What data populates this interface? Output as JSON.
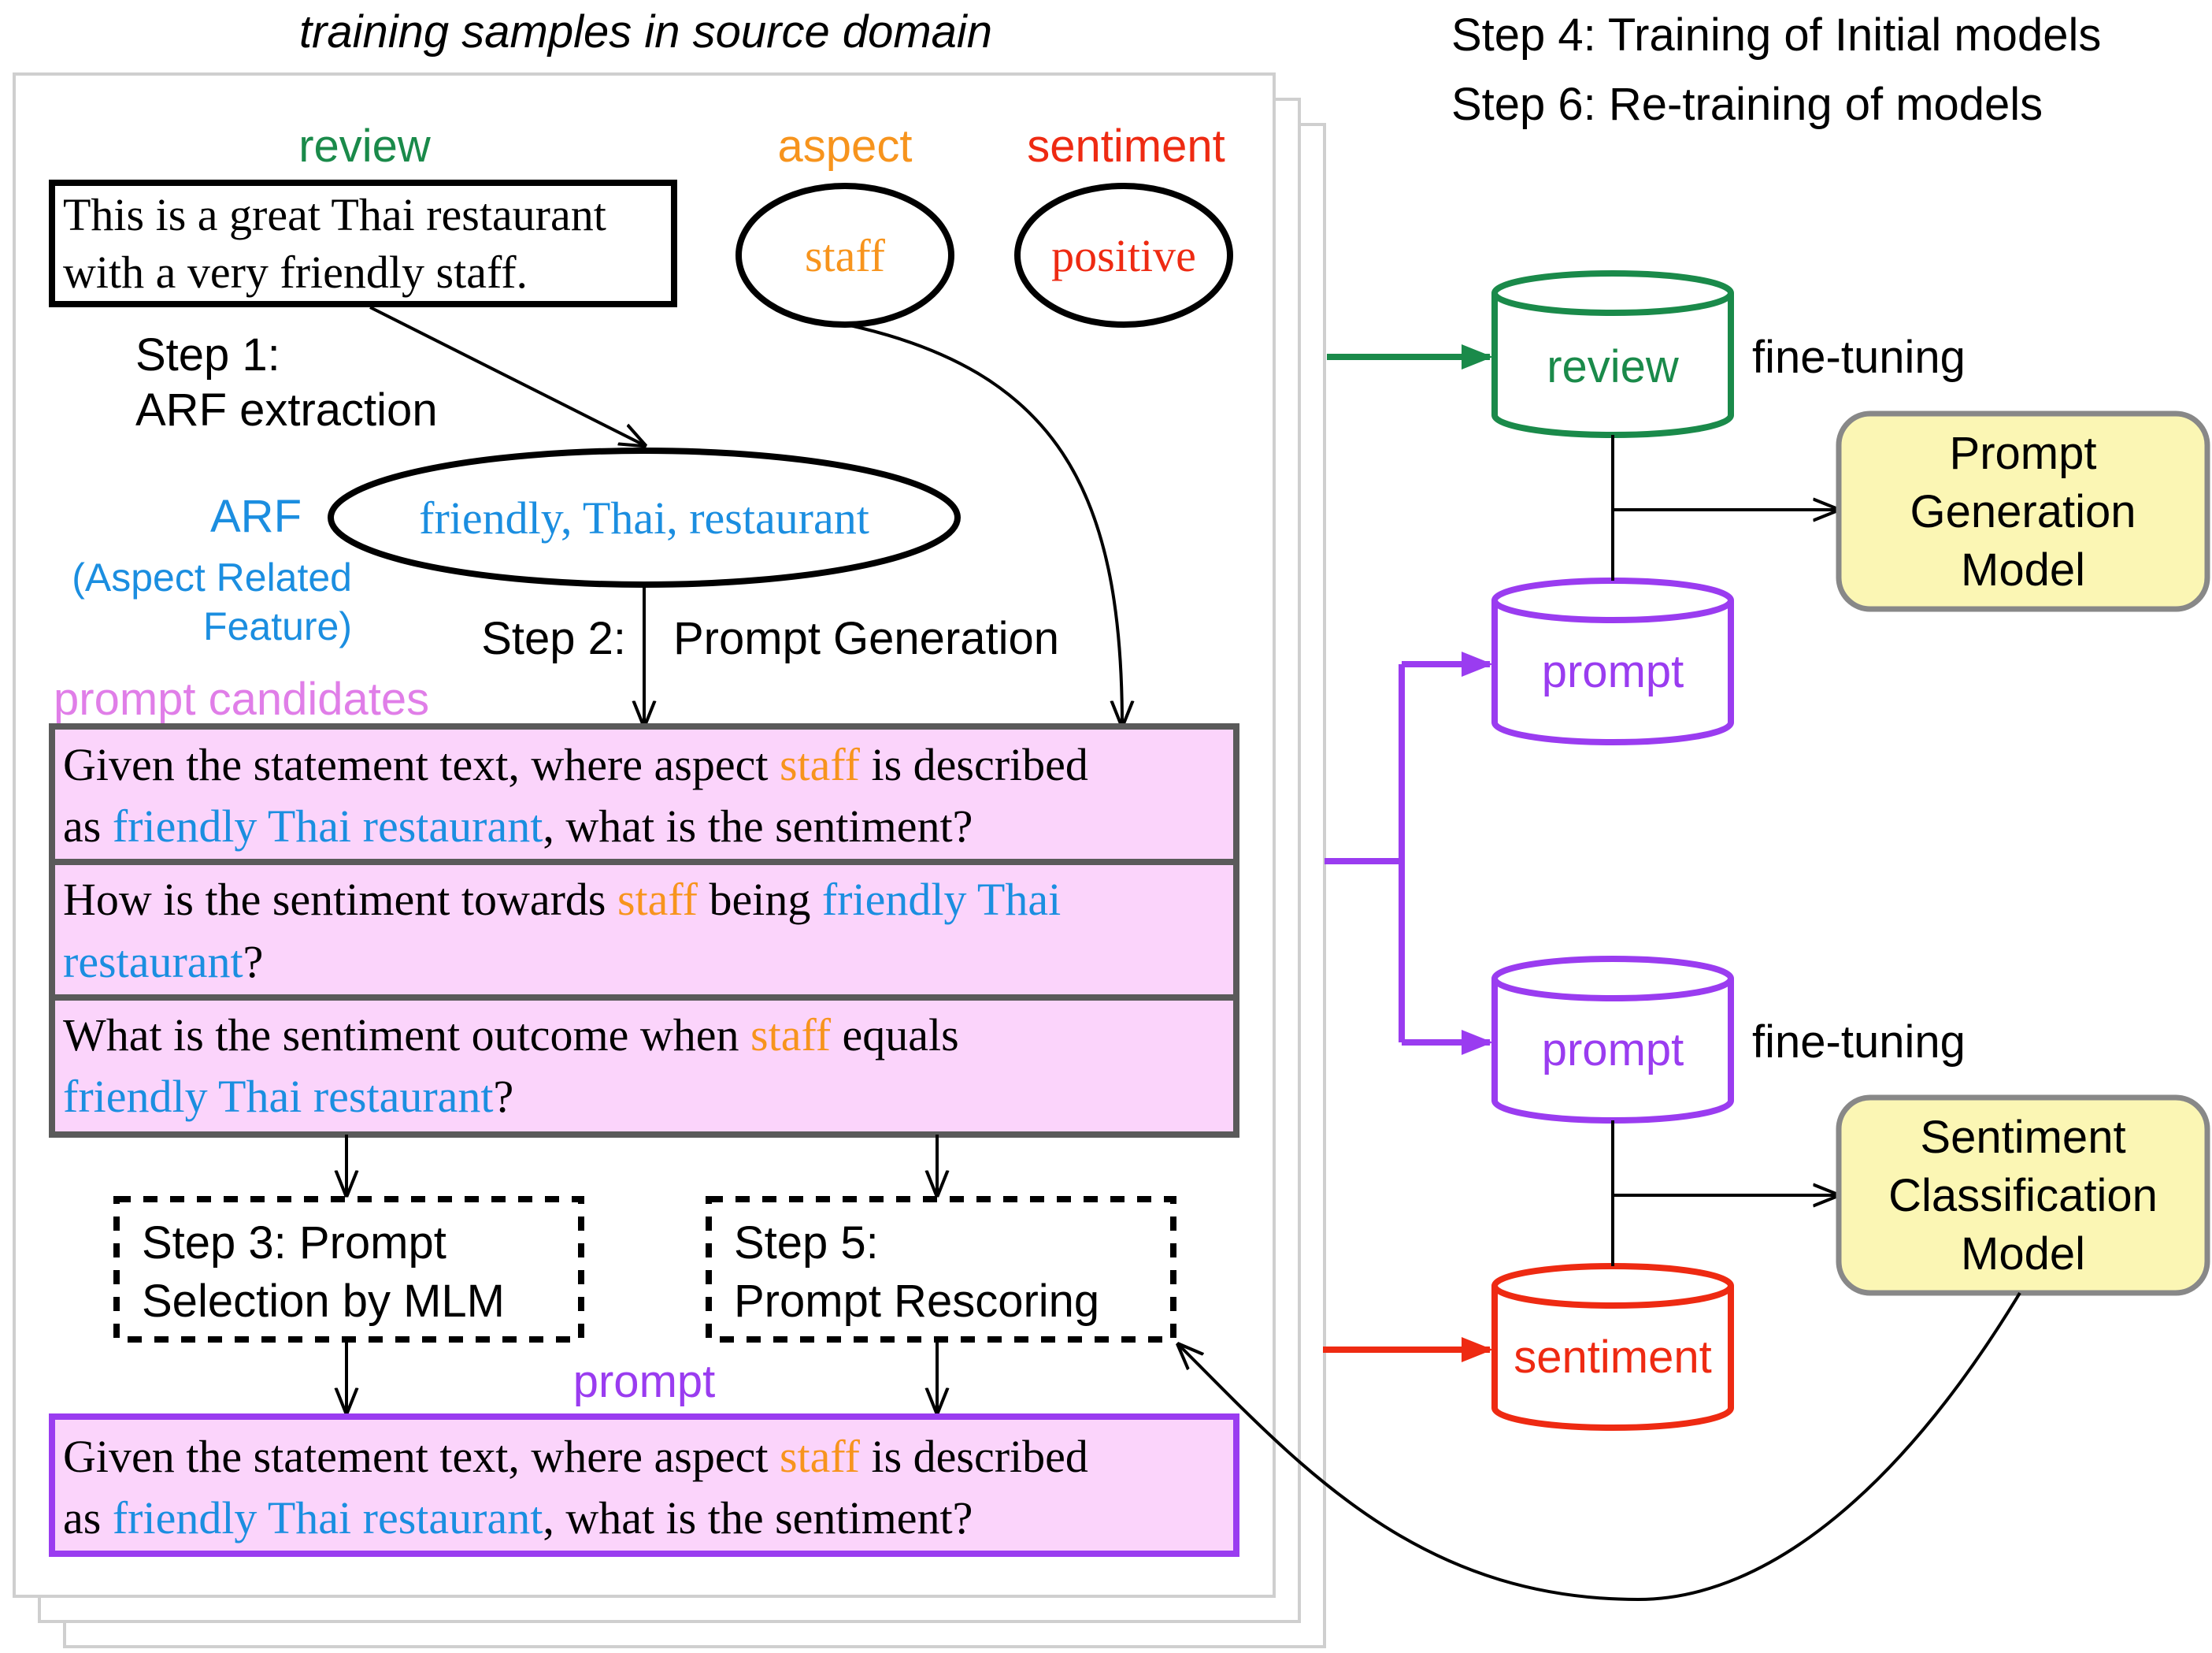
{
  "frame_title": "training samples in source domain",
  "steps_header": {
    "line1": "Step 4: Training of Initial models",
    "line2": "Step 6: Re-training of models"
  },
  "labels": {
    "review": "review",
    "aspect": "aspect",
    "sentiment": "sentiment",
    "arf": "ARF",
    "arf_full_1": "(Aspect Related",
    "arf_full_2": "Feature)",
    "prompt_candidates": "prompt candidates",
    "prompt": "prompt"
  },
  "review_text": {
    "line1": "This is a great Thai restaurant",
    "line2": "with a very friendly staff."
  },
  "aspect_value": "staff",
  "sentiment_value": "positive",
  "arf_value": "friendly, Thai, restaurant",
  "step1": {
    "line1": "Step 1:",
    "line2": "ARF extraction"
  },
  "step2": {
    "label": "Step 2:",
    "name": "Prompt Generation"
  },
  "step3": {
    "line1": "Step 3: Prompt",
    "line2": "Selection by MLM"
  },
  "step5": {
    "line1": "Step 5:",
    "line2": "Prompt Rescoring"
  },
  "candidates": [
    {
      "line1": [
        {
          "t": "Given the statement text, where aspect ",
          "c": "k"
        },
        {
          "t": "staff",
          "c": "o"
        },
        {
          "t": " is described",
          "c": "k"
        }
      ],
      "line2": [
        {
          "t": "as ",
          "c": "k"
        },
        {
          "t": "friendly Thai restaurant",
          "c": "b"
        },
        {
          "t": ", what is the sentiment?",
          "c": "k"
        }
      ]
    },
    {
      "line1": [
        {
          "t": "How is the sentiment towards ",
          "c": "k"
        },
        {
          "t": "staff",
          "c": "o"
        },
        {
          "t": " being ",
          "c": "k"
        },
        {
          "t": "friendly Thai",
          "c": "b"
        }
      ],
      "line2": [
        {
          "t": "restaurant",
          "c": "b"
        },
        {
          "t": "?",
          "c": "k"
        }
      ]
    },
    {
      "line1": [
        {
          "t": "What is the sentiment outcome when ",
          "c": "k"
        },
        {
          "t": "staff",
          "c": "o"
        },
        {
          "t": " equals",
          "c": "k"
        }
      ],
      "line2": [
        {
          "t": "friendly Thai restaurant",
          "c": "b"
        },
        {
          "t": "?",
          "c": "k"
        }
      ]
    }
  ],
  "selected_prompt": {
    "line1": [
      {
        "t": "Given the statement text, where aspect ",
        "c": "k"
      },
      {
        "t": "staff",
        "c": "o"
      },
      {
        "t": " is described",
        "c": "k"
      }
    ],
    "line2": [
      {
        "t": "as ",
        "c": "k"
      },
      {
        "t": "friendly Thai restaurant",
        "c": "b"
      },
      {
        "t": ", what is the sentiment?",
        "c": "k"
      }
    ]
  },
  "databases": {
    "review": "review",
    "prompt_top": "prompt",
    "prompt_bottom": "prompt",
    "sentiment": "sentiment"
  },
  "fine_tuning_label": "fine-tuning",
  "models": {
    "prompt_gen": [
      "Prompt",
      "Generation",
      "Model"
    ],
    "sentiment_cls": [
      "Sentiment",
      "Classification",
      "Model"
    ]
  },
  "colors": {
    "green": "#1a8a4a",
    "orange": "#f7941d",
    "red": "#ee2a12",
    "blue": "#1b8ee0",
    "purple": "#9a3cf0",
    "pink_label": "#e07ee8",
    "pink_fill": "#fbd4fb",
    "model_fill": "#fbf6b4",
    "black": "#000000",
    "box_gray": "#5a5a5a"
  }
}
